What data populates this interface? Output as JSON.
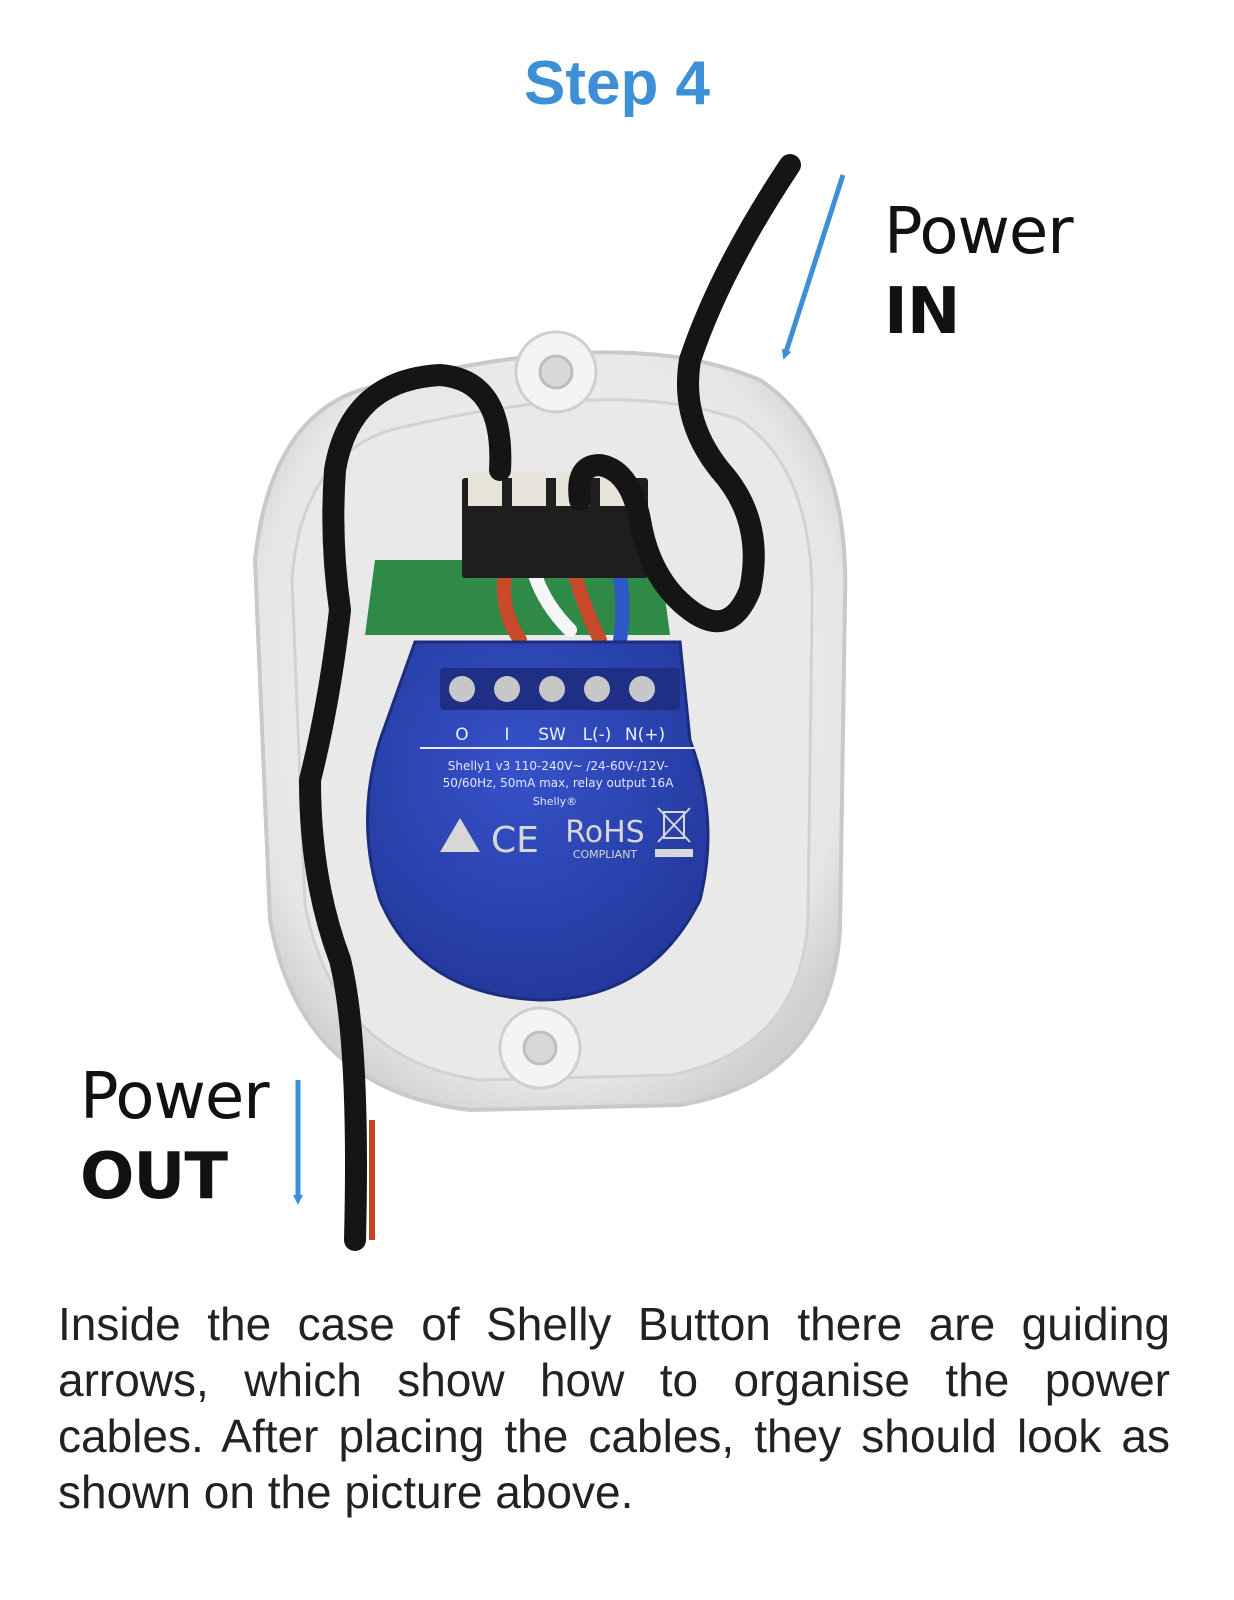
{
  "title": "Step 4",
  "labels": {
    "power_in": {
      "line1": "Power",
      "line2": "IN"
    },
    "power_out": {
      "line1": "Power",
      "line2": "OUT"
    }
  },
  "device": {
    "terminal_labels": [
      "O",
      "I",
      "SW",
      "L(-)",
      "N(+)"
    ],
    "spec_line1": "Shelly1 v3 110-240V~ /24-60V-/12V-",
    "spec_line2": "50/60Hz, 50mA max, relay output 16A",
    "brand": "Shelly®",
    "cert_ce": "CE",
    "cert_rohs": "RoHS",
    "cert_compliant": "COMPLIANT"
  },
  "caption": "Inside the case of Shelly Button there are guiding arrows, which show how to organise the power cables. After placing the cables, they should look as shown on the picture above.",
  "colors": {
    "accent": "#3d8fd6",
    "module": "#2d47b8",
    "case": "#f2f2f2",
    "cable": "#151515"
  }
}
